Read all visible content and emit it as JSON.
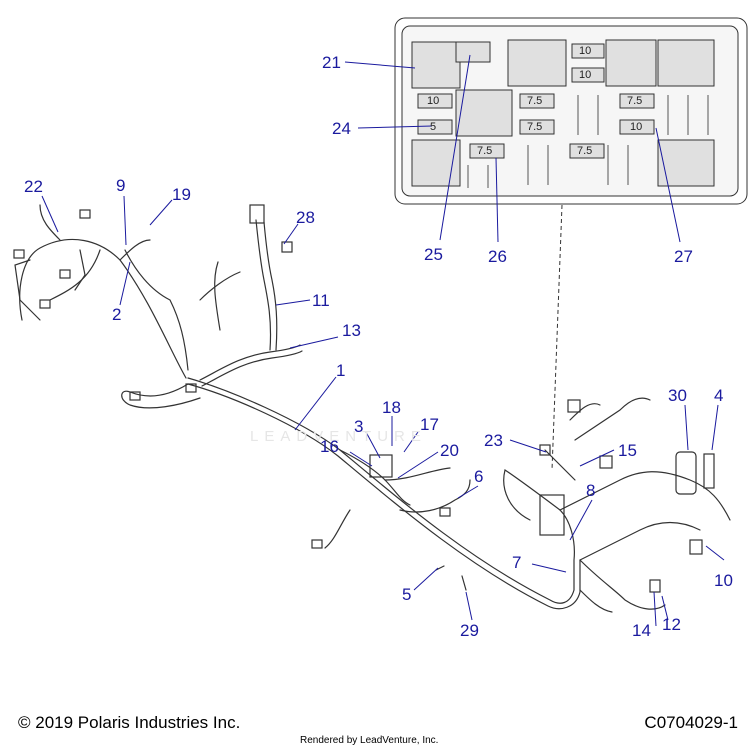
{
  "callouts": {
    "c1": "1",
    "c2": "2",
    "c3": "3",
    "c4": "4",
    "c5": "5",
    "c6": "6",
    "c7": "7",
    "c8": "8",
    "c9": "9",
    "c10": "10",
    "c11": "11",
    "c12": "12",
    "c13": "13",
    "c14": "14",
    "c15": "15",
    "c16": "16",
    "c17": "17",
    "c18": "18",
    "c19": "19",
    "c20": "20",
    "c21": "21",
    "c22": "22",
    "c23": "23",
    "c24": "24",
    "c25": "25",
    "c26": "26",
    "c27": "27",
    "c28": "28",
    "c29": "29",
    "c30": "30"
  },
  "fuse_box": {
    "fuses": {
      "f1": "10",
      "f2": "10",
      "f3": "10",
      "f4": "5",
      "f5": "7.5",
      "f6": "7.5",
      "f7": "7.5",
      "f8": "10",
      "f9": "7.5",
      "f10": "7.5"
    }
  },
  "footer": {
    "copyright": "© 2019 Polaris Industries Inc.",
    "rendered_by": "Rendered by LeadVenture, Inc.",
    "diagram_code": "C0704029-1"
  },
  "watermark": "LEADVENTURE",
  "colors": {
    "callout_text": "#1a1a9e",
    "leader_line": "#1a1a9e",
    "line_art": "#333333",
    "fuse_box_fill": "#e0e0e0"
  }
}
